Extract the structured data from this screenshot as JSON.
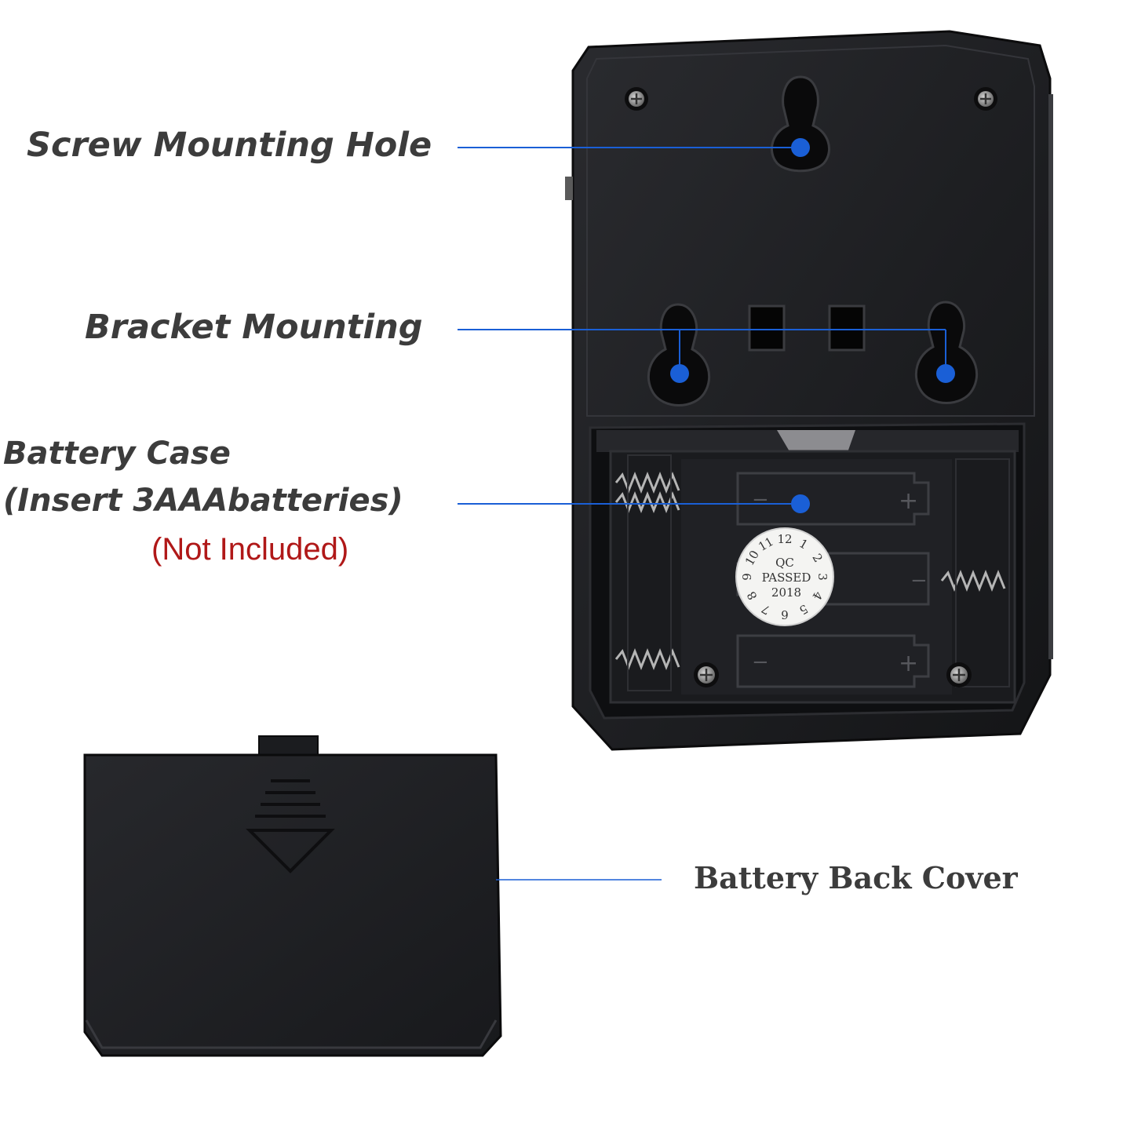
{
  "labels": {
    "screw_mounting_hole": "Screw Mounting Hole",
    "bracket_mounting": "Bracket Mounting",
    "battery_case_line1": "Battery Case",
    "battery_case_line2": "(Insert 3AAAbatteries)",
    "not_included": "(Not Included)",
    "battery_back_cover": "Battery Back Cover"
  },
  "qc_sticker": {
    "title": "QC",
    "status": "PASSED",
    "year": "2018",
    "ring_numbers": [
      "1",
      "2",
      "3",
      "4",
      "5",
      "6",
      "7",
      "8",
      "9",
      "10",
      "11",
      "12"
    ]
  },
  "battery_slots": [
    {
      "minus": "−",
      "plus": "+"
    },
    {
      "minus": "−",
      "plus": "+"
    },
    {
      "minus": "−",
      "plus": "+"
    }
  ],
  "colors": {
    "callout_blue": "#1a5fd6",
    "device_black": "#1e1f22",
    "label_gray": "#3c3c3c",
    "note_red": "#b01818"
  }
}
